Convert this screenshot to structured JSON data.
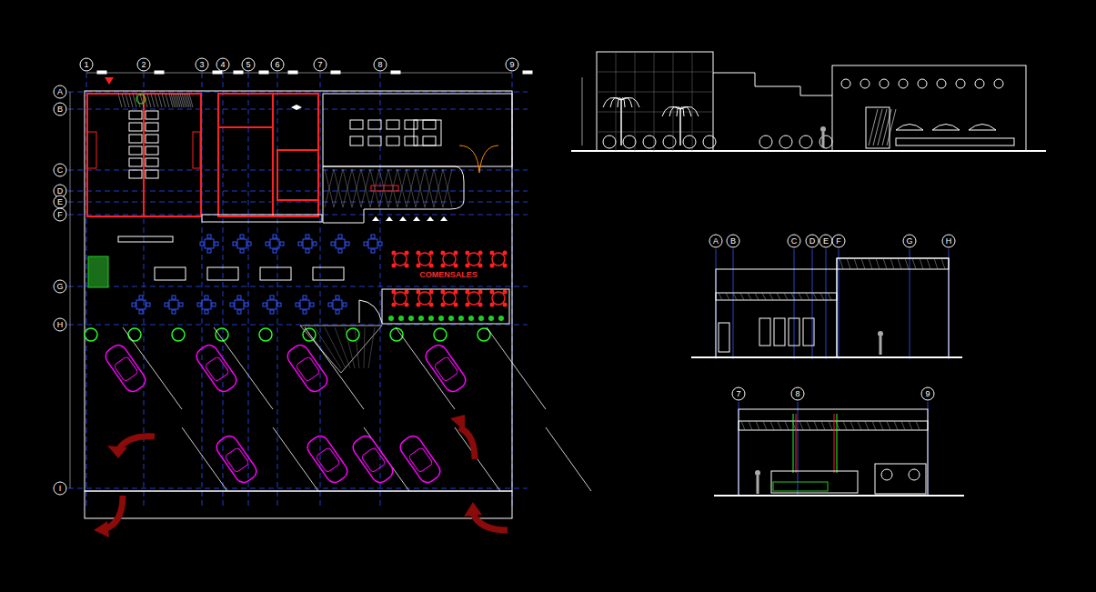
{
  "diagram": {
    "labels": [
      "1",
      "2",
      "3",
      "4",
      "5",
      "6",
      "7",
      "8",
      "9",
      "A",
      "B",
      "C",
      "D",
      "E",
      "F",
      "G",
      "H",
      "I",
      "A",
      "B",
      "C",
      "D",
      "E",
      "F",
      "G",
      "H",
      "7",
      "8",
      "9",
      "COMENSALES"
    ]
  }
}
